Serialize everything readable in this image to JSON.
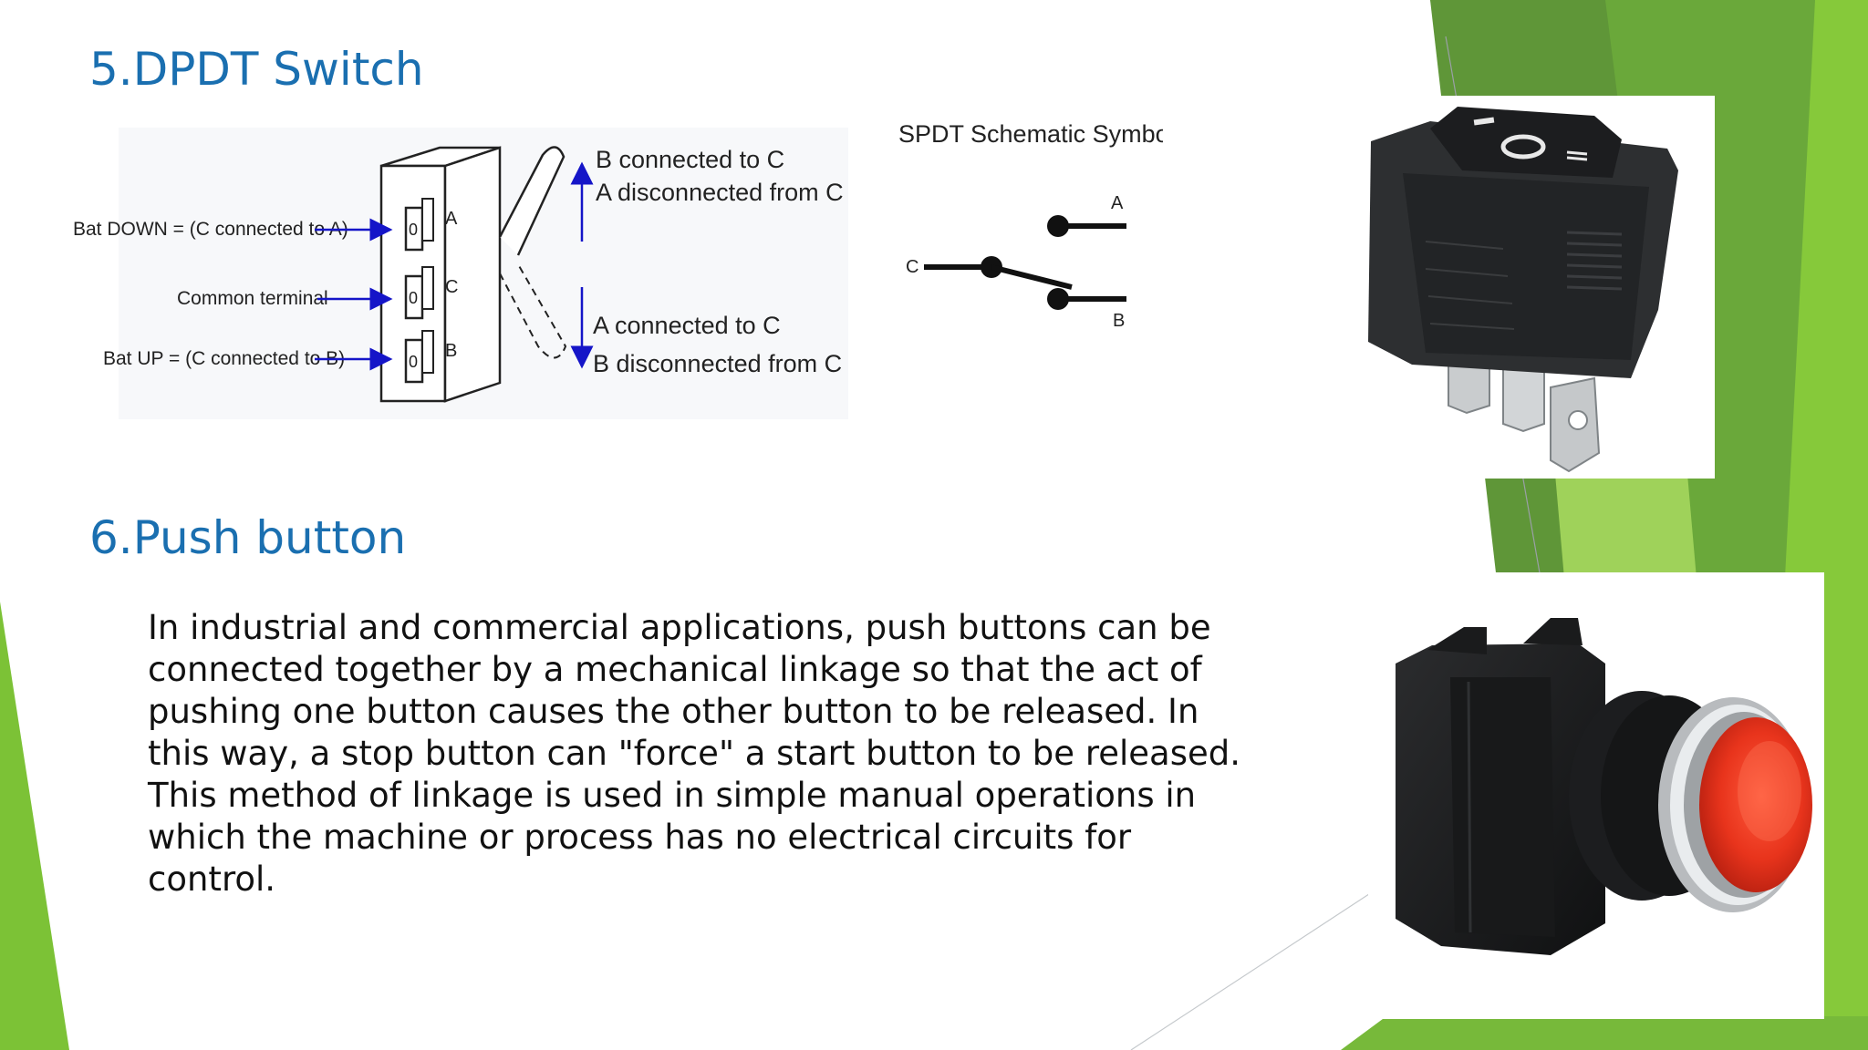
{
  "slide": {
    "dpdt_title": "5.DPDT Switch",
    "push_title": "6.Push button",
    "push_body": "In industrial and commercial applications, push buttons can be connected together by a mechanical linkage so that the act of pushing one button causes the other button to be released. In this way, a stop button can \"force\" a start button to be released. This method of linkage is used in simple manual operations in which the machine or process has no electrical circuits for control."
  },
  "toggle_diagram": {
    "bat_down": "Bat DOWN = (C connected to A)",
    "common": "Common terminal",
    "bat_up": "Bat UP = (C connected to B)",
    "up_line1": "B connected to C",
    "up_line2": "A disconnected from C",
    "down_line1": "A connected to C",
    "down_line2": "B disconnected from C",
    "term_a": "A",
    "term_c": "C",
    "term_b": "B",
    "zero": "0"
  },
  "schematic": {
    "title": "SPDT Schematic Symbol",
    "label_a": "A",
    "label_b": "B",
    "label_c": "C"
  },
  "colors": {
    "heading": "#1a6fb0",
    "green_dark": "#4f8a2b",
    "green_mid": "#6bb52e",
    "green_light": "#8fcf3c",
    "arrow_blue": "#1515c8"
  }
}
